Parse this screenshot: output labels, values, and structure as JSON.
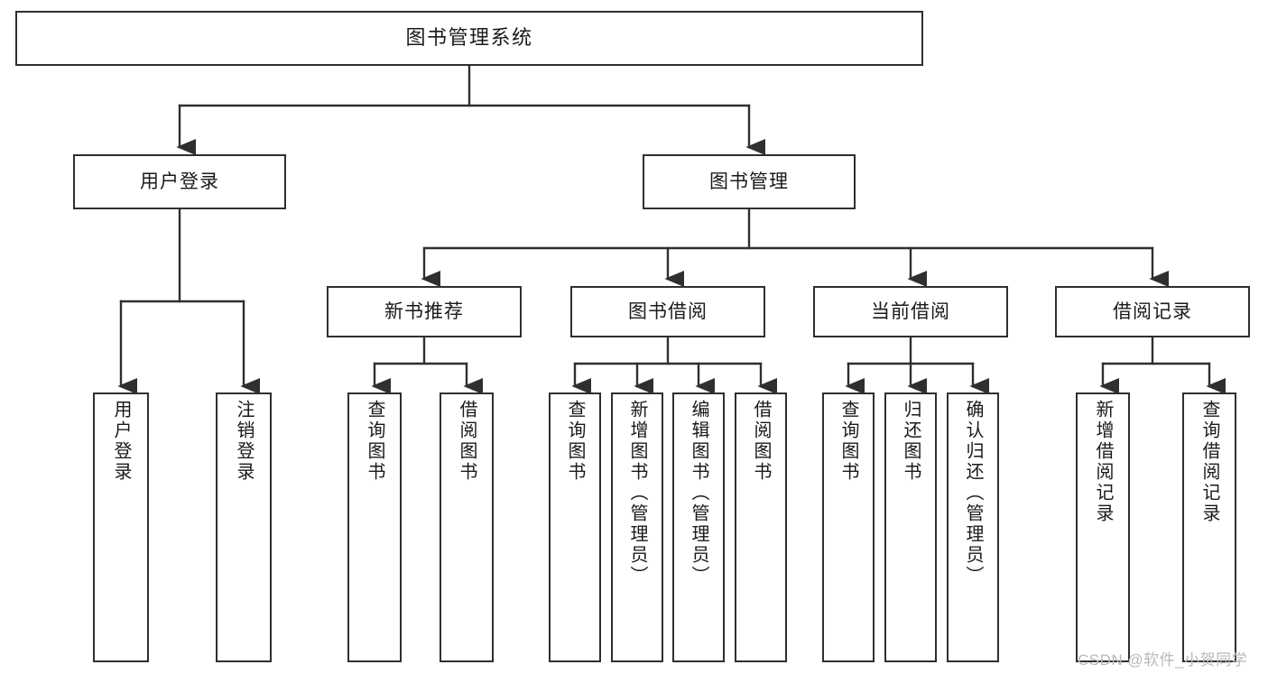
{
  "diagram": {
    "title": "图书管理系统",
    "type": "tree-structure-chart",
    "watermark": "CSDN @软件_小贺同学",
    "colors": {
      "box_border": "#2f2f2f",
      "box_fill": "#ffffff",
      "connector": "#2f2f2f",
      "text": "#1a1a1a",
      "watermark": "#b8b8b8",
      "background": "#ffffff"
    },
    "nodes": {
      "root": {
        "label": "图书管理系统"
      },
      "level2": [
        {
          "id": "user-login",
          "label": "用户登录"
        },
        {
          "id": "book-manage",
          "label": "图书管理"
        }
      ],
      "level3": [
        {
          "id": "new-book-recommend",
          "label": "新书推荐"
        },
        {
          "id": "book-borrow",
          "label": "图书借阅"
        },
        {
          "id": "current-borrow",
          "label": "当前借阅"
        },
        {
          "id": "borrow-record",
          "label": "借阅记录"
        }
      ],
      "leaves": {
        "user-login": [
          {
            "id": "leaf-user-login",
            "label": "用户登录"
          },
          {
            "id": "leaf-logout-login",
            "label": "注销登录"
          }
        ],
        "new-book-recommend": [
          {
            "id": "leaf-query-book-1",
            "label": "查询图书"
          },
          {
            "id": "leaf-borrow-book-1",
            "label": "借阅图书"
          }
        ],
        "book-borrow": [
          {
            "id": "leaf-query-book-2",
            "label": "查询图书"
          },
          {
            "id": "leaf-add-book-admin",
            "label": "新增图书（管理员）"
          },
          {
            "id": "leaf-edit-book-admin",
            "label": "编辑图书（管理员）"
          },
          {
            "id": "leaf-borrow-book-2",
            "label": "借阅图书"
          }
        ],
        "current-borrow": [
          {
            "id": "leaf-query-book-3",
            "label": "查询图书"
          },
          {
            "id": "leaf-return-book",
            "label": "归还图书"
          },
          {
            "id": "leaf-confirm-return-admin",
            "label": "确认归还（管理员）"
          }
        ],
        "borrow-record": [
          {
            "id": "leaf-add-borrow-record",
            "label": "新增借阅记录"
          },
          {
            "id": "leaf-query-borrow-record",
            "label": "查询借阅记录"
          }
        ]
      }
    }
  }
}
